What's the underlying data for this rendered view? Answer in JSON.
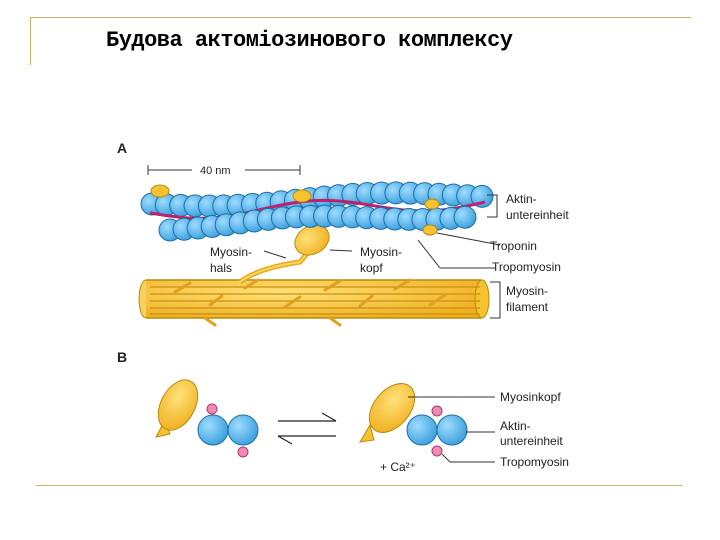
{
  "title": "Будова актоміозинового комплексу",
  "panel_a": {
    "label": "A",
    "scale": "40 nm",
    "labels": {
      "aktin_1": "Aktin-",
      "aktin_2": "untereinheit",
      "troponin": "Troponin",
      "tropomyosin": "Tropomyosin",
      "myosinhals_1": "Myosin-",
      "myosinhals_2": "hals",
      "myosinkopf_1": "Myosin-",
      "myosinkopf_2": "kopf",
      "myosinfilament_1": "Myosin-",
      "myosinfilament_2": "filament"
    }
  },
  "panel_b": {
    "label": "B",
    "labels": {
      "myosinkopf": "Myosinkopf",
      "aktin_1": "Aktin-",
      "aktin_2": "untereinheit",
      "tropomyosin": "Tropomyosin",
      "calcium": "+ Ca²⁺"
    }
  },
  "colors": {
    "actin": "#4ab4e6",
    "actin_stroke": "#1e6fa8",
    "tropomyosin": "#c0206a",
    "myosin": "#f5c330",
    "myosin_stroke": "#b98a10",
    "troponin_dot": "#f08ab4",
    "frame": "#c9b56a"
  }
}
